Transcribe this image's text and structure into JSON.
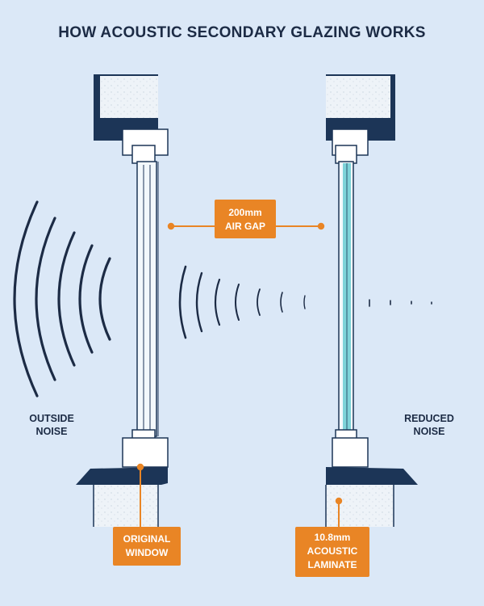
{
  "title": "HOW ACOUSTIC SECONDARY GLAZING WORKS",
  "labels": {
    "outside_noise": [
      "OUTSIDE",
      "NOISE"
    ],
    "reduced_noise": [
      "REDUCED",
      "NOISE"
    ]
  },
  "callouts": {
    "air_gap": [
      "200mm",
      "AIR GAP"
    ],
    "original_window": [
      "ORIGINAL",
      "WINDOW"
    ],
    "acoustic_laminate": [
      "10.8mm",
      "ACOUSTIC",
      "LAMINATE"
    ]
  },
  "colors": {
    "background": "#dbe8f7",
    "navy": "#1c3557",
    "accent": "#e98525",
    "glass_tint": "#7ed3d9"
  }
}
